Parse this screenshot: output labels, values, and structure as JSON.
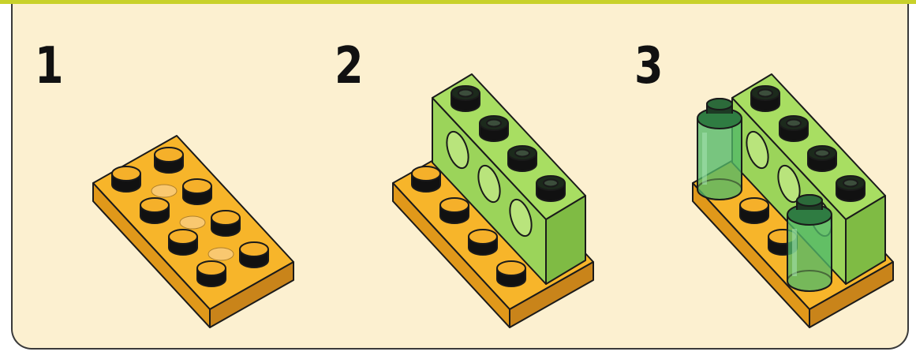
{
  "steps": [
    {
      "number": "1"
    },
    {
      "number": "2"
    },
    {
      "number": "3"
    }
  ],
  "colors": {
    "background": "#fcf0d0",
    "stripe": "#c8d12a",
    "plate_orange": "#f2a81e",
    "brick_green": "#9fd85a",
    "transparent_green": "#3fae55",
    "outline": "#1a1a1a"
  }
}
